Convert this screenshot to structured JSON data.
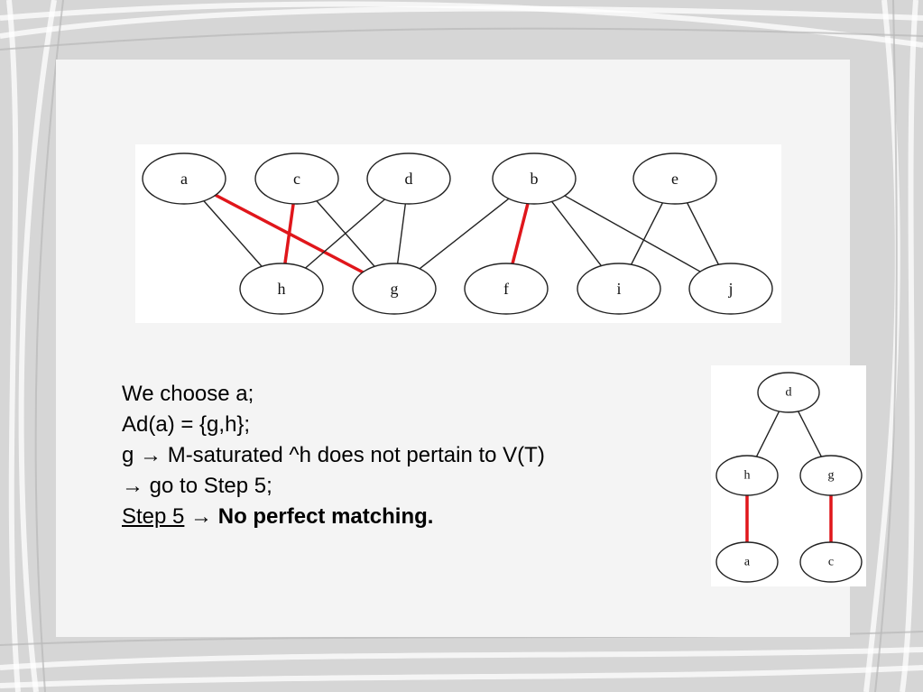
{
  "graph": {
    "nodes": [
      {
        "id": "a",
        "label": "a"
      },
      {
        "id": "c",
        "label": "c"
      },
      {
        "id": "d",
        "label": "d"
      },
      {
        "id": "b",
        "label": "b"
      },
      {
        "id": "e",
        "label": "e"
      },
      {
        "id": "h",
        "label": "h"
      },
      {
        "id": "g",
        "label": "g"
      },
      {
        "id": "f",
        "label": "f"
      },
      {
        "id": "i",
        "label": "i"
      },
      {
        "id": "j",
        "label": "j"
      }
    ],
    "edges": [
      {
        "from": "a",
        "to": "h",
        "matched": false
      },
      {
        "from": "a",
        "to": "g",
        "matched": true
      },
      {
        "from": "c",
        "to": "h",
        "matched": true
      },
      {
        "from": "c",
        "to": "g",
        "matched": false
      },
      {
        "from": "d",
        "to": "h",
        "matched": false
      },
      {
        "from": "d",
        "to": "g",
        "matched": false
      },
      {
        "from": "b",
        "to": "g",
        "matched": false
      },
      {
        "from": "b",
        "to": "f",
        "matched": true
      },
      {
        "from": "b",
        "to": "i",
        "matched": false
      },
      {
        "from": "b",
        "to": "j",
        "matched": false
      },
      {
        "from": "e",
        "to": "i",
        "matched": false
      },
      {
        "from": "e",
        "to": "j",
        "matched": false
      }
    ]
  },
  "tree": {
    "nodes": [
      {
        "id": "d",
        "label": "d"
      },
      {
        "id": "h",
        "label": "h"
      },
      {
        "id": "g",
        "label": "g"
      },
      {
        "id": "a",
        "label": "a"
      },
      {
        "id": "c",
        "label": "c"
      }
    ],
    "edges": [
      {
        "from": "d",
        "to": "h",
        "matched": false
      },
      {
        "from": "d",
        "to": "g",
        "matched": false
      },
      {
        "from": "h",
        "to": "a",
        "matched": true
      },
      {
        "from": "g",
        "to": "c",
        "matched": true
      }
    ]
  },
  "colors": {
    "matched_edge": "#e0161b",
    "plain_edge": "#222222",
    "node_fill": "#ffffff",
    "node_stroke": "#222222"
  },
  "text": {
    "line1": "We choose a;",
    "line2": "Ad(a) = {g,h};",
    "line3_u": "g",
    "line3_rest": " → M-saturated ^h does not pertain to V(T)",
    "line4": "→ go to Step 5;",
    "line5_u": "Step 5",
    "line5_mid": " → ",
    "line5_b": "No perfect matching."
  }
}
